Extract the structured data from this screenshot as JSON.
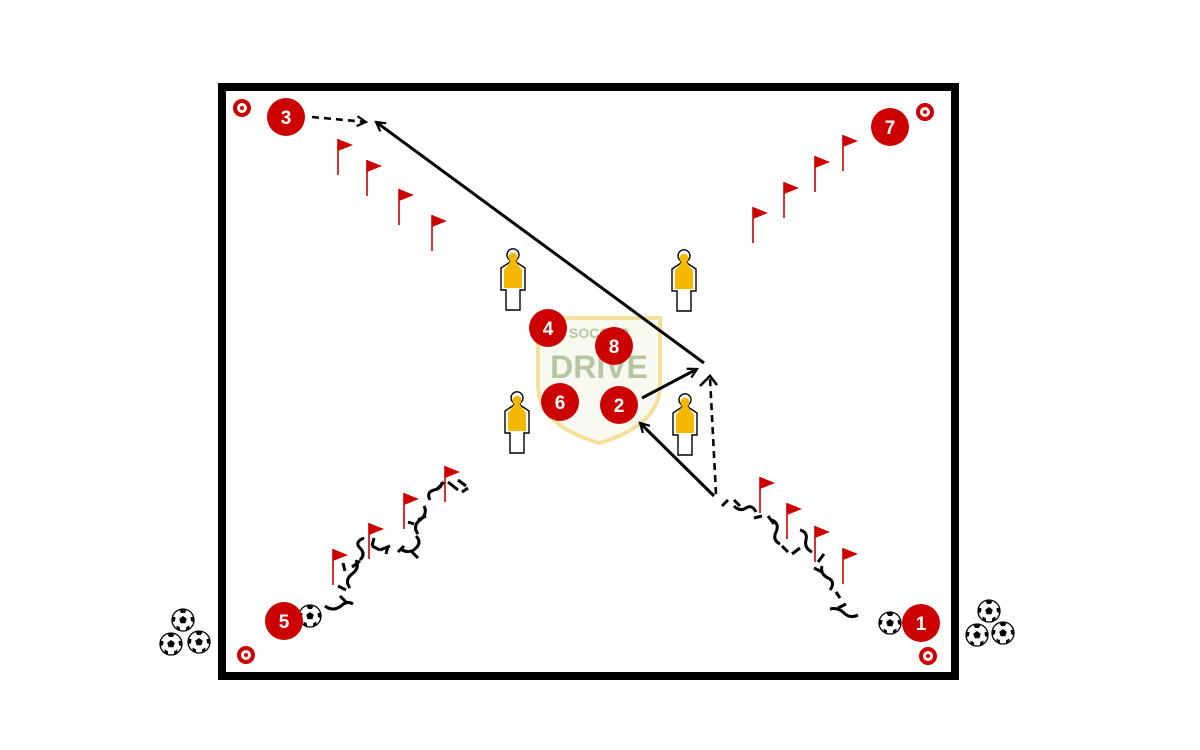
{
  "colors": {
    "player_fill": "#cc0000",
    "player_text": "#ffffff",
    "flag": "#cc0000",
    "cone": "#cc0000",
    "mannequin_body": "#f5b800",
    "line": "#000000",
    "field_border": "#000000",
    "logo_green": "#7a9a55",
    "logo_gold": "#e8c84a"
  },
  "players": [
    {
      "id": "p1",
      "label": "1"
    },
    {
      "id": "p2",
      "label": "2"
    },
    {
      "id": "p3",
      "label": "3"
    },
    {
      "id": "p4",
      "label": "4"
    },
    {
      "id": "p5",
      "label": "5"
    },
    {
      "id": "p6",
      "label": "6"
    },
    {
      "id": "p7",
      "label": "7"
    },
    {
      "id": "p8",
      "label": "8"
    }
  ],
  "legend_icons": {
    "ball": "soccer-ball-icon",
    "flag": "flag-pole-icon",
    "cone": "ring-cone-icon",
    "mannequin": "mannequin-icon"
  },
  "logo": {
    "top_text": "SOCCER",
    "main_text": "DRIVE"
  }
}
